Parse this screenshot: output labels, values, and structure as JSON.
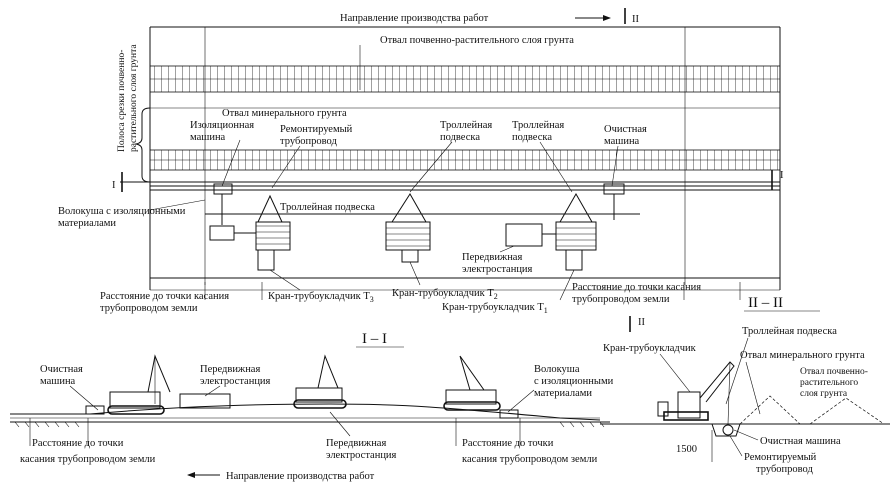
{
  "plan": {
    "direction": "Направление производства работ",
    "section_mark_ii": "II",
    "topsoil_dump": "Отвал почвенно-растительного слоя грунта",
    "strip_label_line1": "Полоса срезки почвенно-",
    "strip_label_line2": "растительного слоя грунта",
    "mineral_dump": "Отвал минерального грунта",
    "insulation_machine_line1": "Изоляционная",
    "insulation_machine_line2": "машина",
    "repaired_pipe_line1": "Ремонтируемый",
    "repaired_pipe_line2": "трубопровод",
    "trolley1_line1": "Троллейная",
    "trolley1_line2": "подвеска",
    "trolley2_line1": "Троллейная",
    "trolley2_line2": "подвеска",
    "cleaning_machine_line1": "Очистная",
    "cleaning_machine_line2": "машина",
    "section_mark_i_left": "I",
    "section_mark_i_right": "I",
    "drag_line1": "Волокуша с изоляционными",
    "drag_line2": "материалами",
    "trolley_main": "Троллейная подвеска",
    "mobile_station_line1": "Передвижная",
    "mobile_station_line2": "электростанция",
    "distance_left_line1": "Расстояние до точки касания",
    "distance_left_line2": "трубопроводом земли",
    "crane3_prefix": "Кран-трубоукладчик Т",
    "crane3_sub": "3",
    "crane2_prefix": "Кран-трубоукладчик Т",
    "crane2_sub": "2",
    "crane1_prefix": "Кран-трубоукладчик Т",
    "crane1_sub": "1",
    "distance_right_line1": "Расстояние до точки касания",
    "distance_right_line2": "трубопроводом земли"
  },
  "section_i": {
    "title": "I – I",
    "cleaning_line1": "Очистная",
    "cleaning_line2": "машина",
    "mobile_top_line1": "Передвижная",
    "mobile_top_line2": "электростанция",
    "drag_line1": "Волокуша",
    "drag_line2": "с изоляционными",
    "drag_line3": "материалами",
    "distance_left_line1": "Расстояние до точки",
    "distance_left_line2": "касания трубопроводом земли",
    "mobile_bottom_line1": "Передвижная",
    "mobile_bottom_line2": "электростанция",
    "distance_right_line1": "Расстояние до точки",
    "distance_right_line2": "касания трубопроводом земли",
    "direction": "Направление производства работ"
  },
  "section_ii": {
    "title": "II – II",
    "mark": "II",
    "crane": "Кран-трубоукладчик",
    "trolley": "Троллейная подвеска",
    "mineral_dump": "Отвал  минерального грунта",
    "topsoil_line1": "Отвал почвенно-",
    "topsoil_line2": "растительного",
    "topsoil_line3": "слоя грунта",
    "dimension": "1500",
    "cleaning": "Очистная машина",
    "repaired_line1": "Ремонтируемый",
    "repaired_line2": "трубопровод"
  }
}
